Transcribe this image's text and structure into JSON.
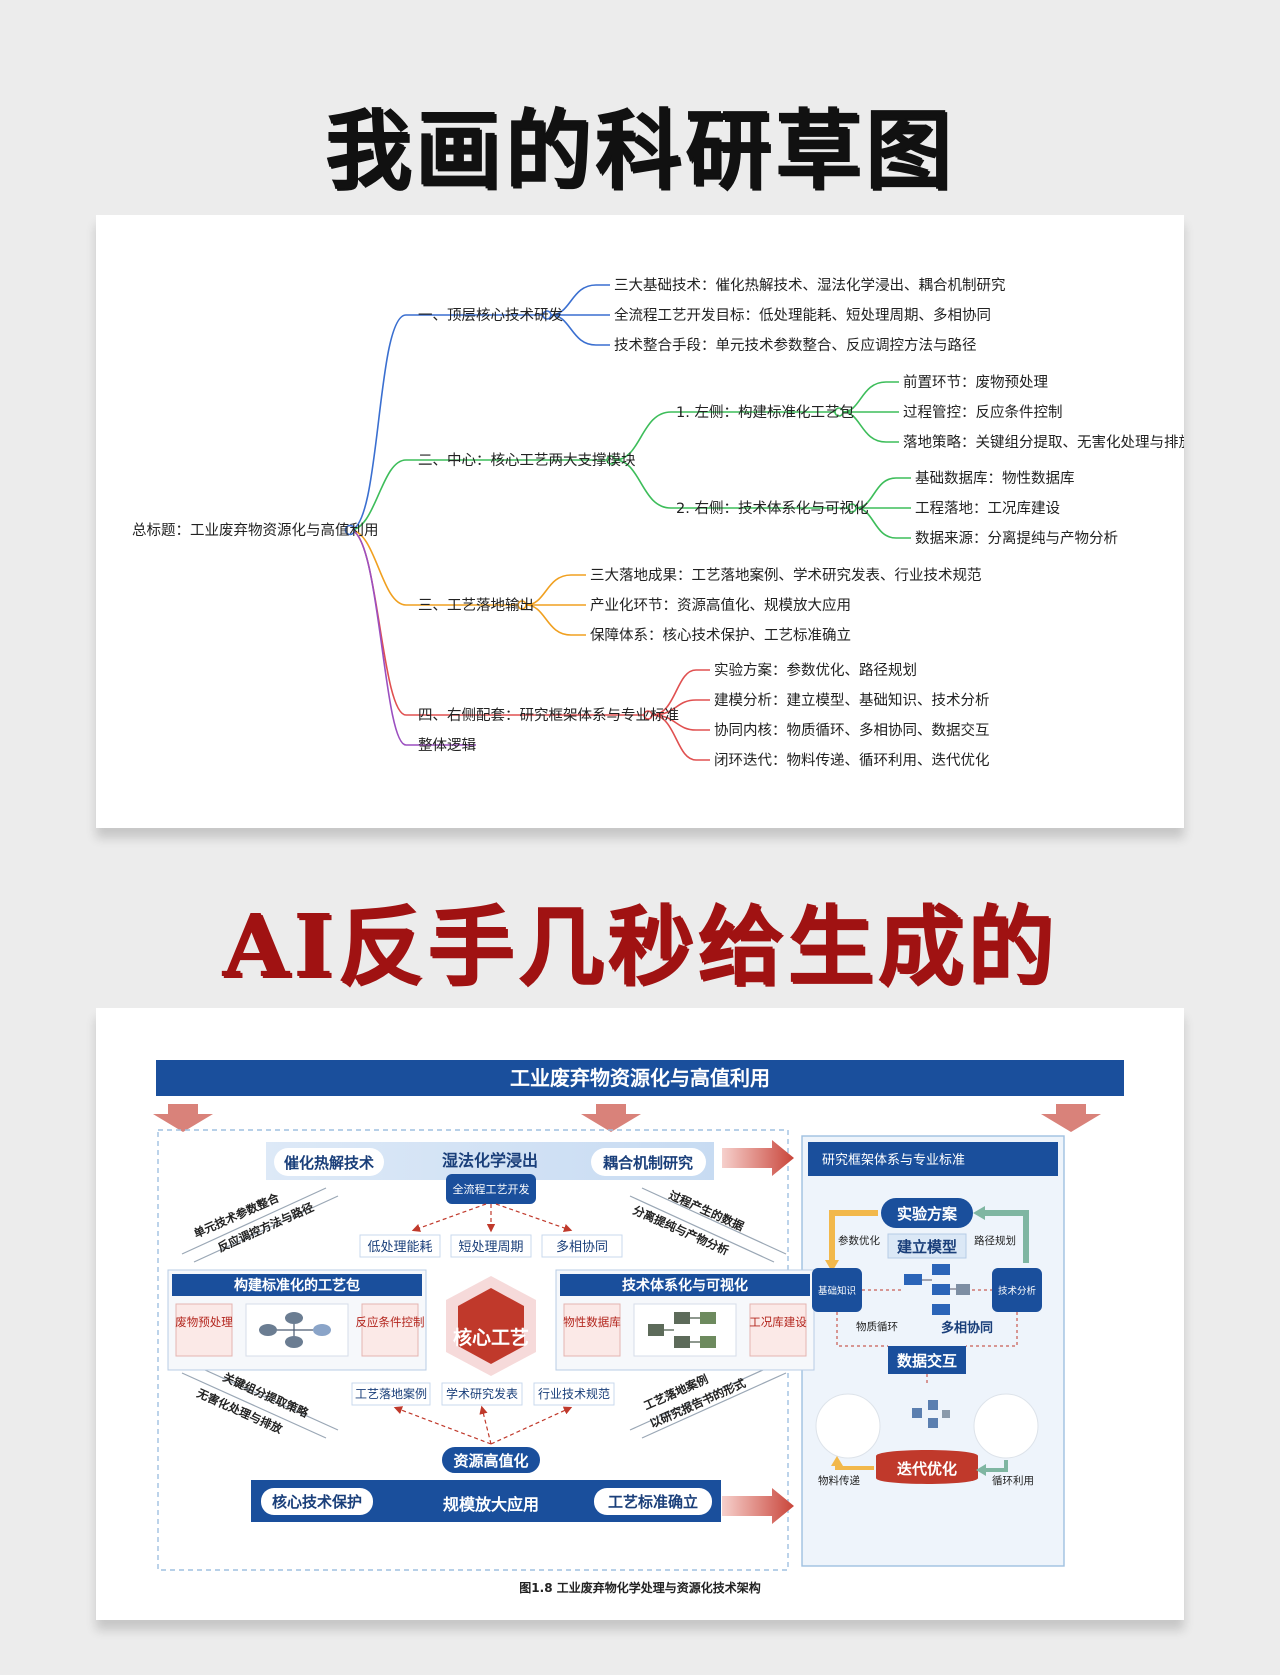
{
  "headline_top": "我画的科研草图",
  "headline_bottom": "AI反手几秒给生成的",
  "mindmap": {
    "root": "总标题：工业废弃物资源化与高值利用",
    "b1": {
      "label": "一、顶层核心技术研发",
      "leaves": [
        "三大基础技术：催化热解技术、湿法化学浸出、耦合机制研究",
        "全流程工艺开发目标：低处理能耗、短处理周期、多相协同",
        "技术整合手段：单元技术参数整合、反应调控方法与路径"
      ]
    },
    "b2": {
      "label": "二、中心：核心工艺两大支撑模块",
      "s1": {
        "label": "1. 左侧：构建标准化工艺包",
        "leaves": [
          "前置环节：废物预处理",
          "过程管控：反应条件控制",
          "落地策略：关键组分提取、无害化处理与排放"
        ]
      },
      "s2": {
        "label": "2. 右侧：技术体系化与可视化",
        "leaves": [
          "基础数据库：物性数据库",
          "工程落地：工况库建设",
          "数据来源：分离提纯与产物分析"
        ]
      }
    },
    "b3": {
      "label": "三、工艺落地输出",
      "leaves": [
        "三大落地成果：工艺落地案例、学术研究发表、行业技术规范",
        "产业化环节：资源高值化、规模放大应用",
        "保障体系：核心技术保护、工艺标准确立"
      ]
    },
    "b4": {
      "label": "四、右侧配套：研究框架体系与专业标准",
      "leaves": [
        "实验方案：参数优化、路径规划",
        "建模分析：建立模型、基础知识、技术分析",
        "协同内核：物质循环、多相协同、数据交互",
        "闭环迭代：物料传递、循环利用、迭代优化"
      ]
    },
    "b5": {
      "label": "整体逻辑"
    }
  },
  "diagram": {
    "title": "工业废弃物资源化与高值利用",
    "top_bar": {
      "left": "催化热解技术",
      "center": "湿法化学浸出",
      "right": "耦合机制研究",
      "badge": "全流程工艺开发"
    },
    "targets": [
      "低处理能耗",
      "短处理周期",
      "多相协同"
    ],
    "diag_left_upper": [
      "单元技术参数整合",
      "反应调控方法与路径"
    ],
    "diag_right_upper": [
      "过程产生的数据",
      "分离提纯与产物分析"
    ],
    "left_module": {
      "title": "构建标准化的工艺包",
      "item_a": "废物预处理",
      "item_b": "反应条件控制"
    },
    "right_module": {
      "title": "技术体系化与可视化",
      "item_a": "物性数据库",
      "item_b": "工况库建设"
    },
    "core": "核心工艺",
    "outputs": [
      "工艺落地案例",
      "学术研究发表",
      "行业技术规范"
    ],
    "diag_left_lower": [
      "关键组分提取策略",
      "无害化处理与排放"
    ],
    "diag_right_lower": [
      "工艺落地案例",
      "以研究报告书的形式"
    ],
    "bottom_bar": {
      "left": "核心技术保护",
      "badge": "资源高值化",
      "center": "规模放大应用",
      "right": "工艺标准确立"
    },
    "framework": {
      "title": "研究框架体系与专业标准",
      "experiment": "实验方案",
      "param_opt": "参数优化",
      "path_plan": "路径规划",
      "model": "建立模型",
      "basic_knowledge": "基础知识",
      "tech_analysis": "技术分析",
      "material_cycle": "物质循环",
      "multi_phase": "多相协同",
      "data_exchange": "数据交互",
      "iteration": "迭代优化",
      "material_transfer": "物料传递",
      "recycle": "循环利用"
    },
    "caption": "图1.8 工业废弃物化学处理与资源化技术架构"
  },
  "colors": {
    "blue": "#1a4f9c",
    "red": "#c0392b",
    "mm_blue": "#3a6fd0",
    "mm_green": "#3dbd5a",
    "mm_orange": "#f0a020",
    "mm_red": "#e05050",
    "mm_purple": "#9b4fc0"
  }
}
